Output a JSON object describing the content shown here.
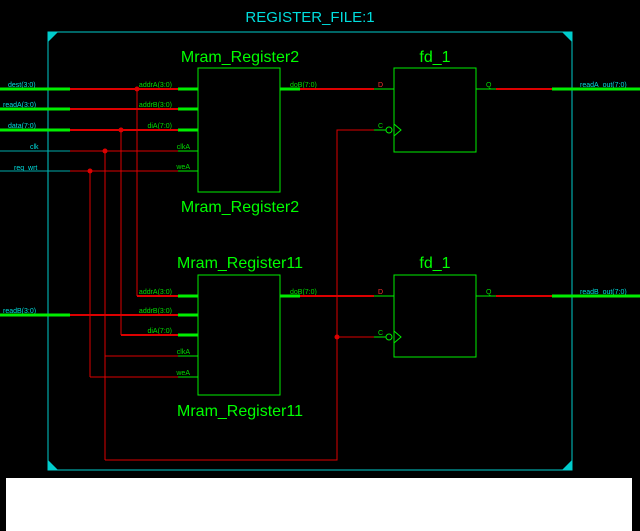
{
  "title": "REGISTER_FILE:1",
  "inputs": [
    "dest(3:0)",
    "readA(3:0)",
    "data(7:0)",
    "clk",
    "reg_wrt",
    "readB(3:0)"
  ],
  "outputs": [
    "readA_out(7:0)",
    "readB_out(7:0)"
  ],
  "ram_top": {
    "name": "Mram_Register2",
    "pins_in": [
      "addrA(3:0)",
      "addrB(3:0)",
      "diA(7:0)",
      "clkA",
      "weA"
    ],
    "pin_out": "doB(7:0)"
  },
  "ram_bottom": {
    "name": "Mram_Register11",
    "pins_in": [
      "addrA(3:0)",
      "addrB(3:0)",
      "diA(7:0)",
      "clkA",
      "weA"
    ],
    "pin_out": "doB(7:0)"
  },
  "ff_top": {
    "name": "fd_1",
    "pins": [
      "D",
      "C",
      "Q"
    ]
  },
  "ff_bottom": {
    "name": "fd_1",
    "pins": [
      "D",
      "C",
      "Q"
    ]
  },
  "colors": {
    "background": "#000000",
    "frame": "#00dede",
    "component": "#00ee00",
    "wire": "#dd0000"
  }
}
